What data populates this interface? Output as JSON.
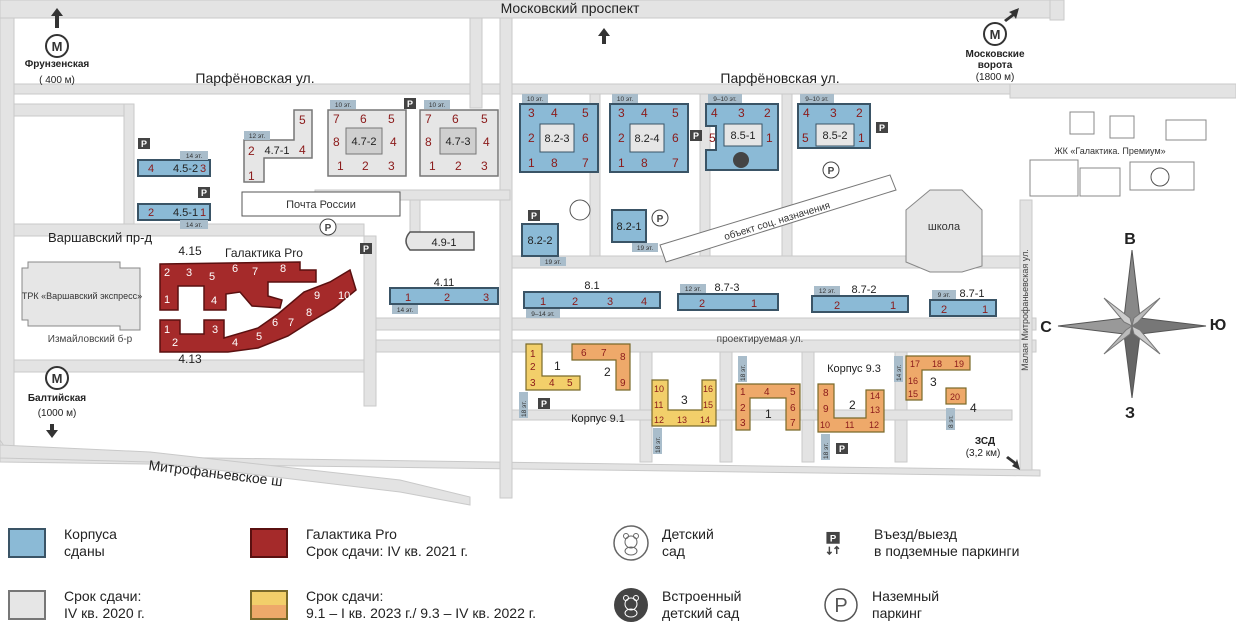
{
  "colors": {
    "road": "#e3e3e3",
    "road_edge": "#c8c8c8",
    "delivered": "#8bbad6",
    "delivered_edge": "#3a5466",
    "q4_2020": "#e6e6e6",
    "pro": "#a52a2a",
    "yellow": "#f2cf6a",
    "orange": "#eea96a",
    "floor_tag": "#a9bdcb"
  },
  "streets": {
    "moskovsky": "Московский проспект",
    "parfenovskaya_left": "Парфёновская ул.",
    "parfenovskaya_right": "Парфёновская ул.",
    "varshavsky": "Варшавский пр-д",
    "izmailovsky": "Измайловский б-р",
    "proektiruemaya": "проектируемая ул.",
    "mitrofanevskoe": "Митрофаньевское ш",
    "malaya_mitrofanevskaya": "Малая Митрофаньевская ул."
  },
  "metro": {
    "frunzenskaya": {
      "name": "Фрунзенская",
      "dist": "( 400 м)"
    },
    "moskovskie_vorota": {
      "name_1": "Московские",
      "name_2": "ворота",
      "dist": "(1800 м)"
    },
    "baltiyskaya": {
      "name": "Балтийская",
      "dist": "(1000 м)"
    }
  },
  "zsd": {
    "name": "ЗСД",
    "dist": "(3,2 км)"
  },
  "places": {
    "pochta": "Почта России",
    "trk": "ТРК «Варшавский экспресс»",
    "galaktika_pro": "Галактика Pro",
    "school": "школа",
    "soc_object": "объект соц. назначения",
    "premium": "ЖК «Галактика. Премиум»"
  },
  "compass": {
    "n": "В",
    "s": "З",
    "w": "С",
    "e": "Ю"
  },
  "buildings": {
    "b4_5_2": {
      "name": "4.5-2",
      "floors": "14 эт.",
      "s1": "4",
      "s2": "3"
    },
    "b4_5_1": {
      "name": "4.5-1",
      "floors": "14 эт.",
      "s1": "2",
      "s2": "1"
    },
    "b4_7_1": {
      "name": "4.7-1",
      "floors": "12 эт.",
      "s": [
        "5",
        "2",
        "4",
        "1"
      ]
    },
    "b4_7_2": {
      "name": "4.7-2",
      "floors": "10 эт.",
      "s": [
        "7",
        "6",
        "5",
        "8",
        "4",
        "1",
        "2",
        "3"
      ]
    },
    "b4_7_3": {
      "name": "4.7-3",
      "floors": "10 эт.",
      "s": [
        "7",
        "6",
        "5",
        "8",
        "4",
        "1",
        "2",
        "3"
      ]
    },
    "b8_2_3": {
      "name": "8.2-3",
      "floors": "10 эт.",
      "s": [
        "3",
        "4",
        "5",
        "2",
        "6",
        "1",
        "8",
        "7"
      ]
    },
    "b8_2_4": {
      "name": "8.2-4",
      "floors": "10 эт.",
      "s": [
        "3",
        "4",
        "5",
        "2",
        "6",
        "1",
        "8",
        "7"
      ]
    },
    "b8_5_1": {
      "name": "8.5-1",
      "floors": "9–10 эт.",
      "s": [
        "4",
        "3",
        "2",
        "5",
        "1"
      ]
    },
    "b8_5_2": {
      "name": "8.5-2",
      "floors": "9–10 эт.",
      "s": [
        "4",
        "3",
        "2",
        "5",
        "1"
      ]
    },
    "b8_2_2": {
      "name": "8.2-2",
      "floors": "19 эт."
    },
    "b8_2_1": {
      "name": "8.2-1",
      "floors": "19 эт."
    },
    "b4_9_1": {
      "name": "4.9-1"
    },
    "b4_11": {
      "name": "4.11",
      "floors": "14 эт.",
      "s": [
        "1",
        "2",
        "3"
      ]
    },
    "b8_1": {
      "name": "8.1",
      "floors": "9–14 эт.",
      "s": [
        "1",
        "2",
        "3",
        "4"
      ]
    },
    "b8_7_3": {
      "name": "8.7-3",
      "floors": "12 эт.",
      "s": [
        "2",
        "1"
      ]
    },
    "b8_7_2": {
      "name": "8.7-2",
      "floors": "12 эт.",
      "s": [
        "2",
        "1"
      ]
    },
    "b8_7_1": {
      "name": "8.7-1",
      "floors": "9 эт.",
      "s": [
        "2",
        "1"
      ]
    },
    "b4_15": {
      "name": "4.15",
      "s": [
        "1",
        "2",
        "3",
        "5",
        "4",
        "6",
        "7",
        "8"
      ]
    },
    "b4_13": {
      "name": "4.13",
      "s": [
        "1",
        "2",
        "3",
        "4",
        "5",
        "6",
        "7",
        "8",
        "9",
        "10"
      ]
    },
    "k9_1": {
      "label": "Корпус 9.1",
      "floors": "18 эт.",
      "sec1": [
        "1",
        "2",
        "3",
        "4",
        "5"
      ],
      "sec2": [
        "6",
        "7",
        "8",
        "9"
      ],
      "sec3": [
        "10",
        "11",
        "12",
        "13",
        "14",
        "15",
        "16"
      ],
      "n1": "1",
      "n2": "2",
      "n3": "3"
    },
    "k9_3": {
      "label": "Корпус 9.3",
      "floors": "18 эт.",
      "floors_b": "14 эт.",
      "floors_c": "8 эт.",
      "sec1": [
        "1",
        "2",
        "3",
        "4",
        "5",
        "6",
        "7"
      ],
      "sec2": [
        "8",
        "9",
        "10",
        "11",
        "12",
        "13",
        "14"
      ],
      "sec3": [
        "15",
        "16",
        "17",
        "18",
        "19"
      ],
      "sec4": [
        "20"
      ],
      "n1": "1",
      "n2": "2",
      "n3": "3",
      "n4": "4"
    }
  },
  "legend": {
    "delivered": [
      "Корпуса",
      "сданы"
    ],
    "q4_2020": [
      "Срок сдачи:",
      "IV кв. 2020 г."
    ],
    "pro": [
      "Галактика Pro",
      "Срок сдачи: IV кв. 2021 г."
    ],
    "yellow": [
      "Срок сдачи:",
      "9.1 – I кв. 2023 г./ 9.3 – IV кв. 2022 г."
    ],
    "kindergarten": [
      "Детский",
      "сад"
    ],
    "builtin_kindergarten": [
      "Встроенный",
      "детский сад"
    ],
    "underground_parking": [
      "Въезд/выезд",
      "в подземные паркинги"
    ],
    "ground_parking": [
      "Наземный",
      "паркинг"
    ]
  }
}
